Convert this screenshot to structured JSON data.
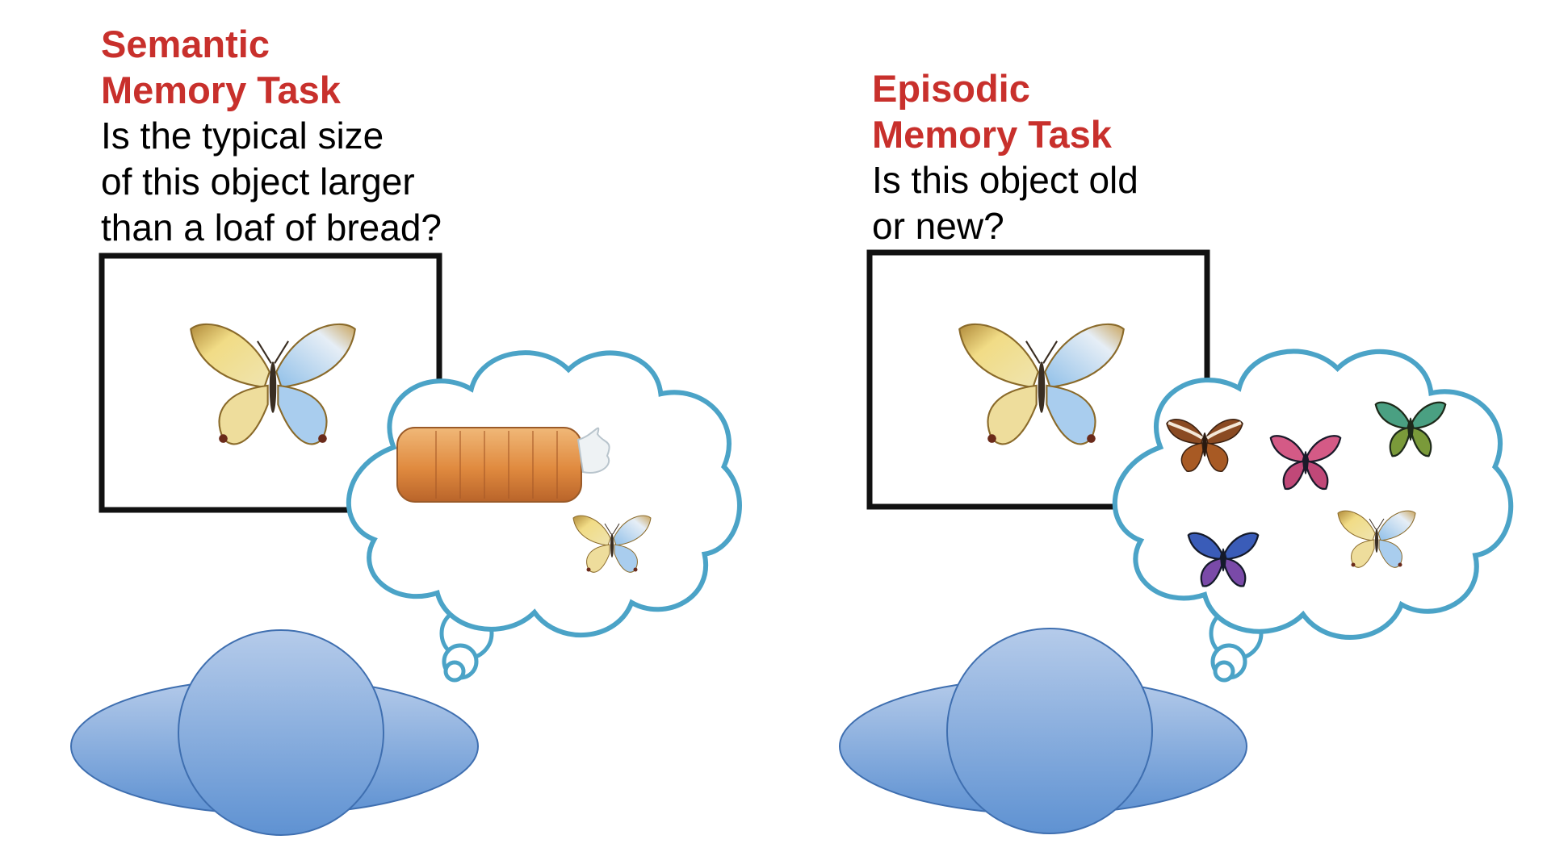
{
  "semantic": {
    "title_line1": "Semantic",
    "title_line2": "Memory Task",
    "question_line1": "Is the typical size",
    "question_line2": "of this object larger",
    "question_line3": "than a loaf of bread?"
  },
  "episodic": {
    "title_line1": "Episodic",
    "title_line2": "Memory Task",
    "question_line1": "Is this object old",
    "question_line2": "or new?"
  },
  "colors": {
    "title": "#c8302c",
    "cloud_stroke": "#4ba3c7",
    "head_fill_top": "#a9c2e6",
    "head_fill_bottom": "#5b8fd0",
    "head_stroke": "#3f6fb0",
    "frame": "#111111"
  }
}
